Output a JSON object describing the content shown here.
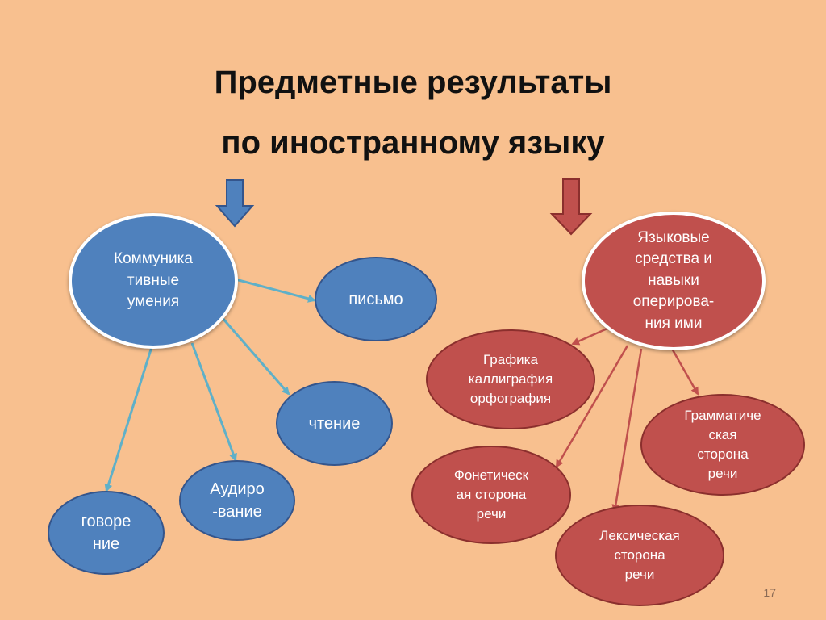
{
  "title_line1": "Предметные результаты",
  "title_line2": "по иностранному языку",
  "left": {
    "main": "Коммуника\nтивные\nумения",
    "items": [
      "письмо",
      "чтение",
      "Аудиро\n-вание",
      "говоре\nние"
    ]
  },
  "right": {
    "main": "Языковые\nсредства и\nнавыки\nоперирова-\nния ими",
    "items": [
      "Графика\nкаллиграфия\nорфография",
      "Грамматиче\nская\nсторона\nречи",
      "Фонетическ\nая сторона\nречи",
      "Лексическая\nсторона\nречи"
    ]
  },
  "colors": {
    "background": "#f8c08f",
    "blue": "#4f81bd",
    "red": "#c0504d",
    "blue_connector": "#5fb0c8",
    "red_connector": "#c0504d"
  },
  "page_number": "17"
}
